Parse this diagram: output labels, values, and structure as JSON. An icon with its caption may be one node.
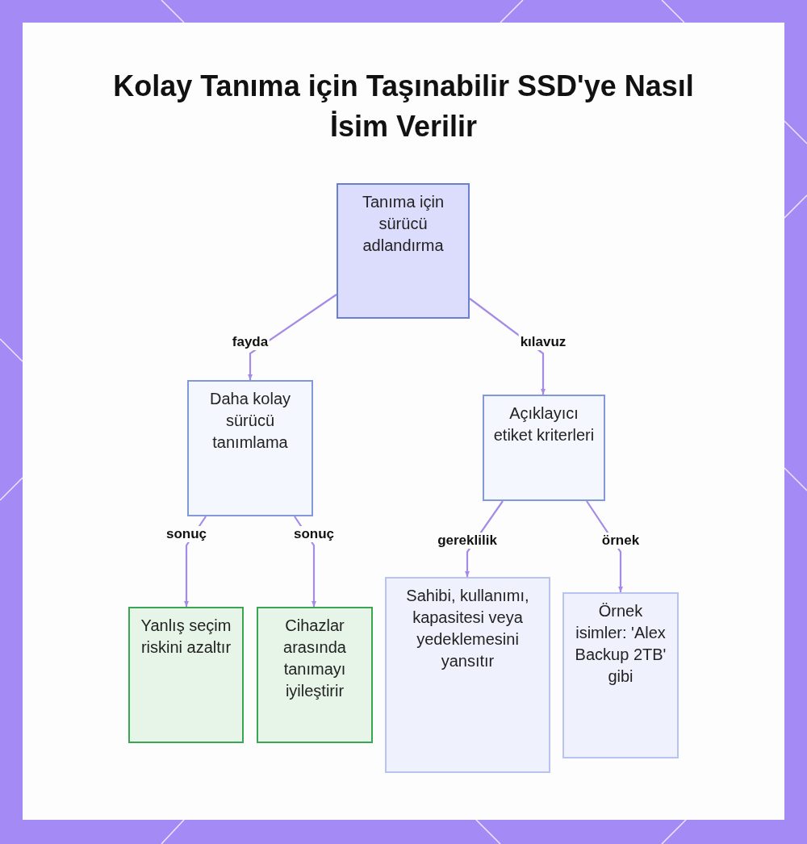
{
  "diagram": {
    "title": "Kolay Tanıma için Taşınabilir SSD'ye Nasıl İsim Verilir",
    "nodes": [
      {
        "text": [
          "Tanıma için sürücü adlandırma"
        ]
      },
      {
        "text": [
          "Daha kolay sürücü tanımlama"
        ]
      },
      {
        "text": [
          "Açıklayıcı etiket kriterleri"
        ]
      },
      {
        "text": [
          "Yanlış seçim riskini azaltır"
        ]
      },
      {
        "text": [
          "Cihazlar arasında tanımayı iyileştirir"
        ]
      },
      {
        "text": [
          "Sahibi, kullanımı, kapasitesi veya yedeklemesini yansıtır"
        ]
      },
      {
        "text": [
          "Örnek isimler: 'Alex Backup 2TB' gibi"
        ]
      }
    ],
    "edges": [
      {
        "from": 0,
        "to": 1,
        "arrow": "to",
        "label": "fayda"
      },
      {
        "from": 0,
        "to": 2,
        "arrow": "to",
        "label": "kılavuz"
      },
      {
        "from": 1,
        "to": 3,
        "arrow": "to",
        "label": "sonuç"
      },
      {
        "from": 1,
        "to": 4,
        "arrow": "to",
        "label": "sonuç"
      },
      {
        "from": 2,
        "to": 5,
        "arrow": "to",
        "label": "gereklilik"
      },
      {
        "from": 2,
        "to": 6,
        "arrow": "to",
        "label": "örnek"
      }
    ]
  }
}
